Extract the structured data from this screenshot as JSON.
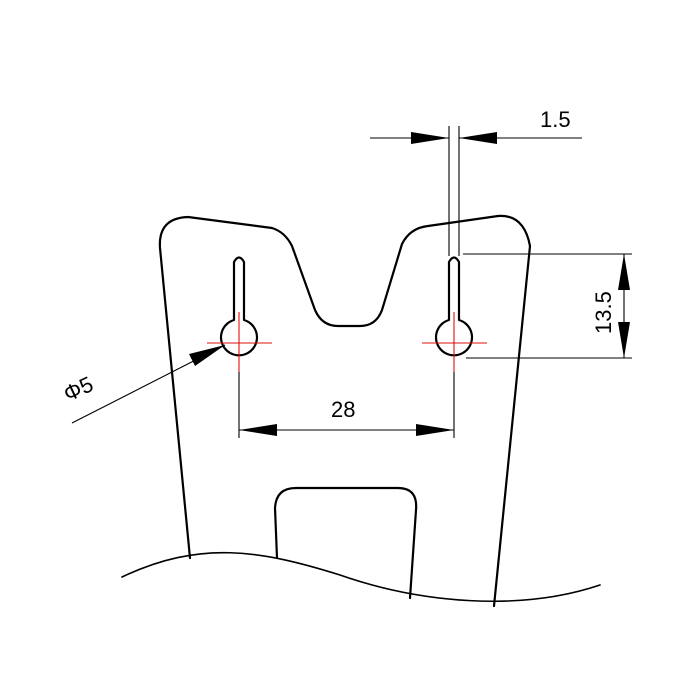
{
  "drawing": {
    "type": "technical-drawing",
    "units": "mm",
    "colors": {
      "outline": "#000000",
      "centerline": "#e01010",
      "background": "#ffffff"
    },
    "dimensions": {
      "slot_width": "1.5",
      "slot_length": "13.5",
      "hole_spacing": "28",
      "hole_diameter": "Φ5"
    }
  }
}
